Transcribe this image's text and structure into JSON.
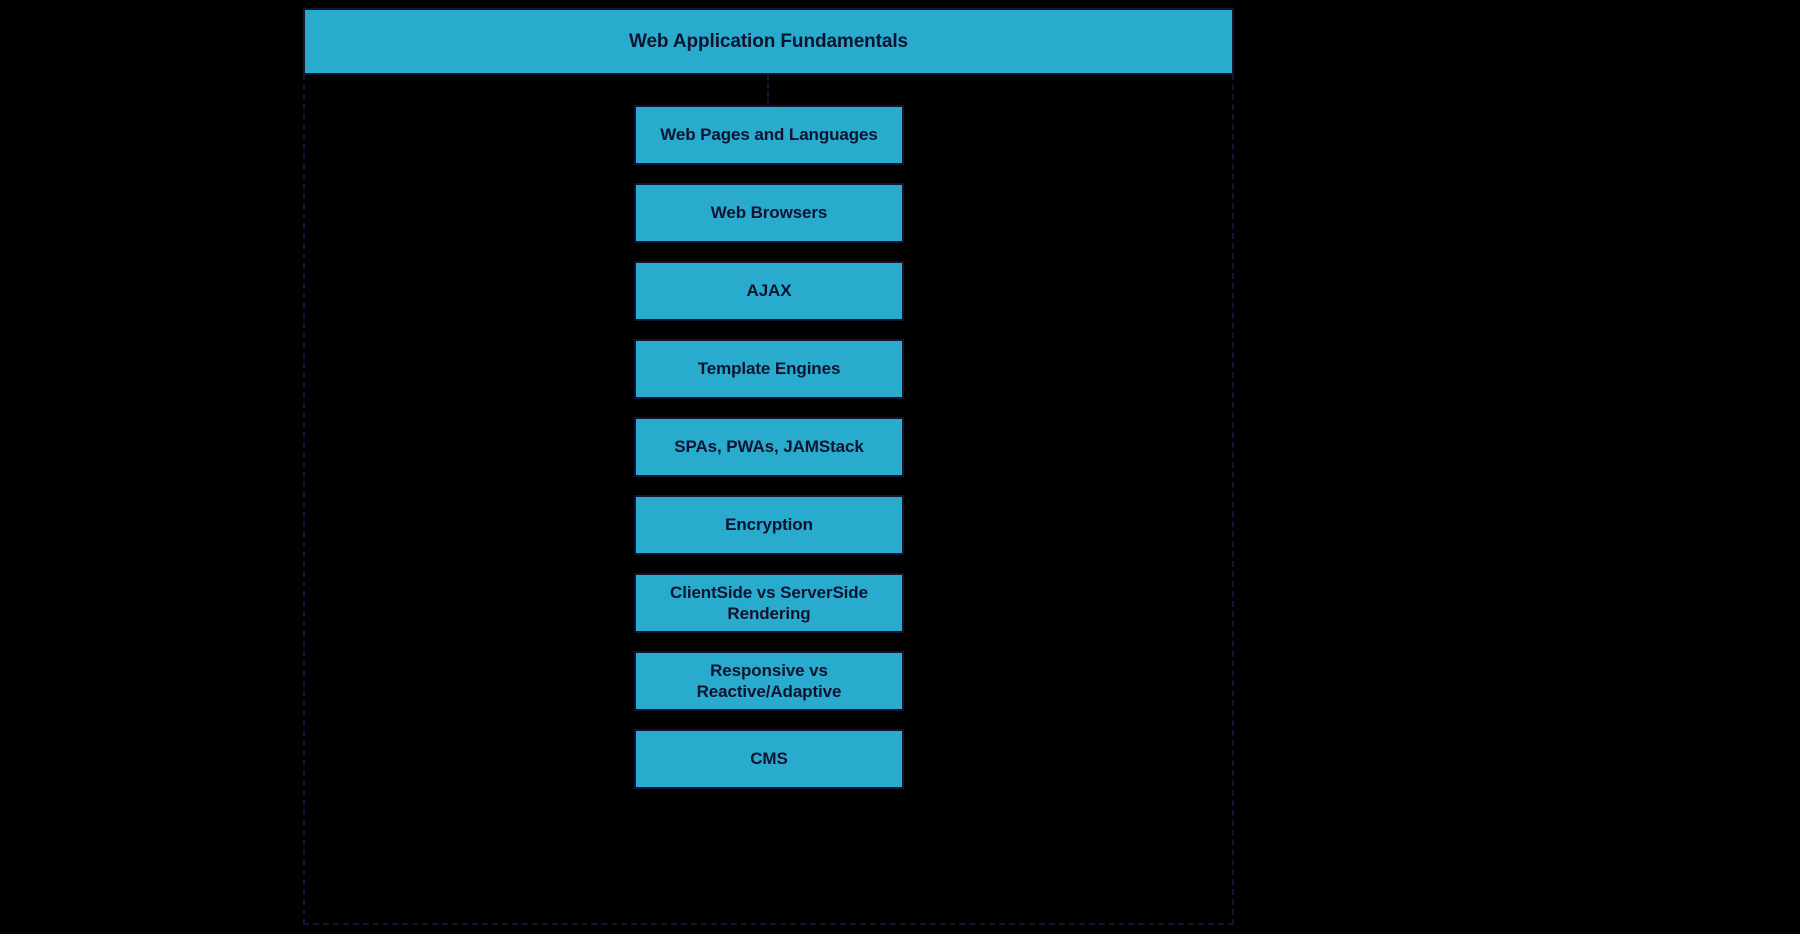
{
  "diagram": {
    "type": "tree-outline",
    "background_color": "#000000",
    "node_fill_color": "#29ABCD",
    "node_border_color": "#141432",
    "node_text_color": "#0E1330",
    "group_outline_style": "dashed",
    "root": {
      "label": "Web Application Fundamentals"
    },
    "children": [
      {
        "label": "Web Pages and Languages"
      },
      {
        "label": "Web Browsers"
      },
      {
        "label": "AJAX"
      },
      {
        "label": "Template Engines"
      },
      {
        "label": "SPAs, PWAs, JAMStack"
      },
      {
        "label": "Encryption"
      },
      {
        "label": "ClientSide vs ServerSide\nRendering"
      },
      {
        "label": "Responsive vs\nReactive/Adaptive"
      },
      {
        "label": "CMS"
      }
    ]
  }
}
